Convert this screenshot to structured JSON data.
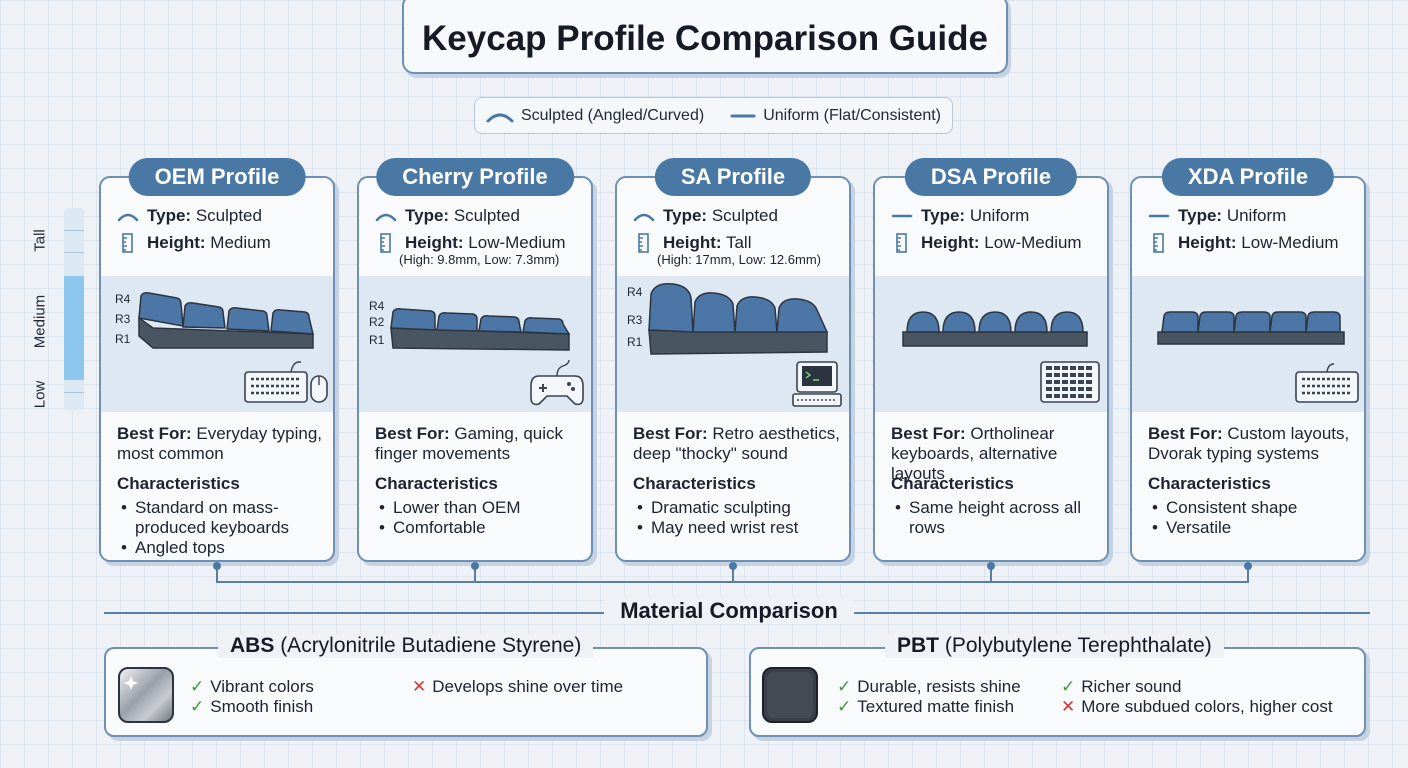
{
  "title": "Keycap Profile Comparison Guide",
  "legend": {
    "sculpted": "Sculpted (Angled/Curved)",
    "uniform": "Uniform (Flat/Consistent)"
  },
  "scale": {
    "tall": "Tall",
    "medium": "Medium",
    "low": "Low"
  },
  "labels": {
    "type": "Type:",
    "height": "Height:",
    "best_for": "Best For:",
    "characteristics": "Characteristics"
  },
  "profiles": [
    {
      "name": "OEM Profile",
      "type": "Sculpted",
      "height": "Medium",
      "height_detail": "",
      "rows": [
        "R4",
        "R3",
        "R1"
      ],
      "device_icon": "keyboard-mouse-icon",
      "best_for": "Everyday typing, most common",
      "characteristics": [
        "Standard on mass-produced keyboards",
        "Angled tops"
      ]
    },
    {
      "name": "Cherry Profile",
      "type": "Sculpted",
      "height": "Low-Medium",
      "height_detail": "(High: 9.8mm, Low: 7.3mm)",
      "rows": [
        "R4",
        "R2",
        "R1"
      ],
      "device_icon": "gamepad-icon",
      "best_for": "Gaming, quick finger movements",
      "characteristics": [
        "Lower than OEM",
        "Comfortable"
      ]
    },
    {
      "name": "SA Profile",
      "type": "Sculpted",
      "height": "Tall",
      "height_detail": "(High: 17mm, Low: 12.6mm)",
      "rows": [
        "R4",
        "R3",
        "R1"
      ],
      "device_icon": "retro-computer-icon",
      "best_for": "Retro aesthetics, deep \"thocky\" sound",
      "characteristics": [
        "Dramatic sculpting",
        "May need wrist rest"
      ]
    },
    {
      "name": "DSA Profile",
      "type": "Uniform",
      "height": "Low-Medium",
      "height_detail": "",
      "rows": [],
      "device_icon": "ortholinear-keyboard-icon",
      "best_for": "Ortholinear keyboards, alternative layouts",
      "characteristics": [
        "Same height across all rows"
      ]
    },
    {
      "name": "XDA Profile",
      "type": "Uniform",
      "height": "Low-Medium",
      "height_detail": "",
      "rows": [],
      "device_icon": "keyboard-icon",
      "best_for": "Custom layouts, Dvorak typing systems",
      "characteristics": [
        "Consistent shape",
        "Versatile"
      ]
    }
  ],
  "materials": {
    "section_title": "Material Comparison",
    "abs": {
      "abbr": "ABS",
      "full": "(Acrylonitrile Butadiene Styrene)",
      "pros": [
        "Vibrant colors",
        "Smooth finish"
      ],
      "cons": [
        "Develops shine over time"
      ]
    },
    "pbt": {
      "abbr": "PBT",
      "full": "(Polybutylene Terephthalate)",
      "pros": [
        "Durable, resists shine",
        "Textured matte finish",
        "Richer sound"
      ],
      "cons": [
        "More subdued colors, higher cost"
      ]
    }
  },
  "colors": {
    "accent": "#4a78a5",
    "border": "#6f8fb3",
    "keycap": "#4b76a6",
    "base": "#4a5562",
    "check": "#3f9a3a",
    "cross": "#d23a3a"
  }
}
